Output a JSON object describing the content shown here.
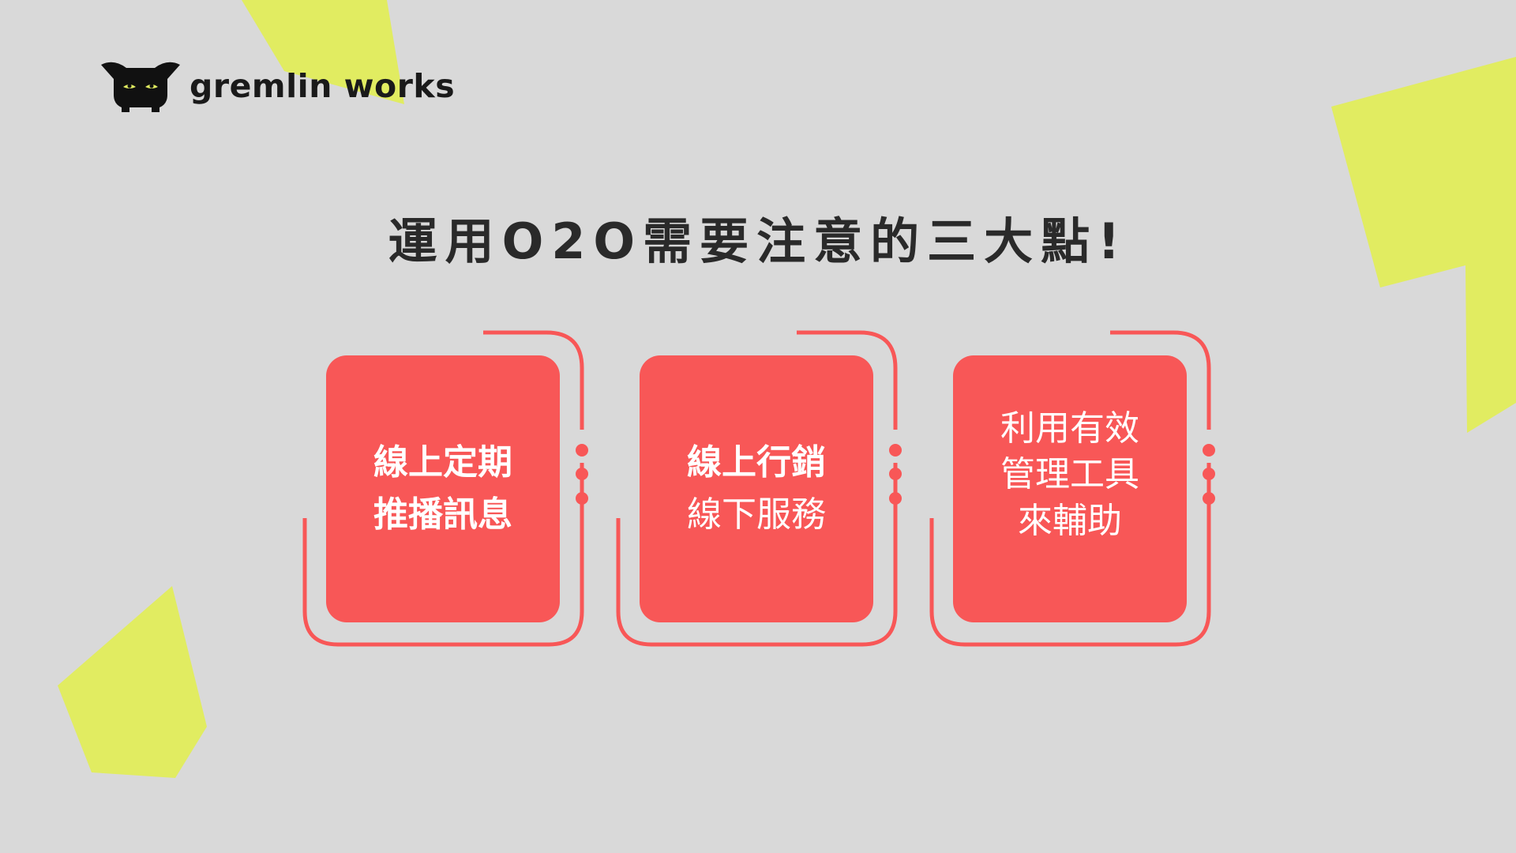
{
  "brand": {
    "name": "gremlin works",
    "logo_icon": "gremlin-cat-icon"
  },
  "title": "運用O2O需要注意的三大點!",
  "cards": [
    {
      "lines": [
        "線上定期",
        "推播訊息"
      ]
    },
    {
      "lines": [
        "線上行銷",
        "線下服務"
      ]
    },
    {
      "lines": [
        "利用有效",
        "管理工具",
        "來輔助"
      ]
    }
  ],
  "colors": {
    "background": "#d9d9d9",
    "accent_red": "#f85757",
    "accent_lime": "#e1ec61",
    "text_dark": "#2a2a2a"
  }
}
